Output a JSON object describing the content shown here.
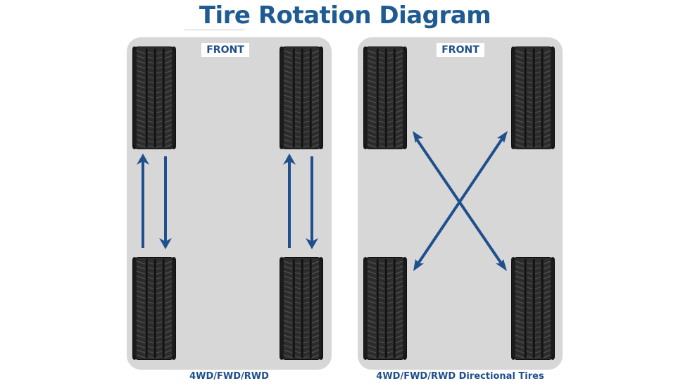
{
  "title": "Tire Rotation Diagram",
  "colors": {
    "title": "#1f5a92",
    "panel": "#d7d7d8",
    "arrow": "#1f4f8c",
    "tire_tread": "#2c2c2c",
    "tire_groove": "#111111",
    "label_text": "#1f4f8c"
  },
  "panels": [
    {
      "front_label": "FRONT",
      "caption": "4WD/FWD/RWD",
      "pattern": "front-to-back"
    },
    {
      "front_label": "FRONT",
      "caption": "4WD/FWD/RWD Directional Tires",
      "pattern": "cross"
    }
  ]
}
